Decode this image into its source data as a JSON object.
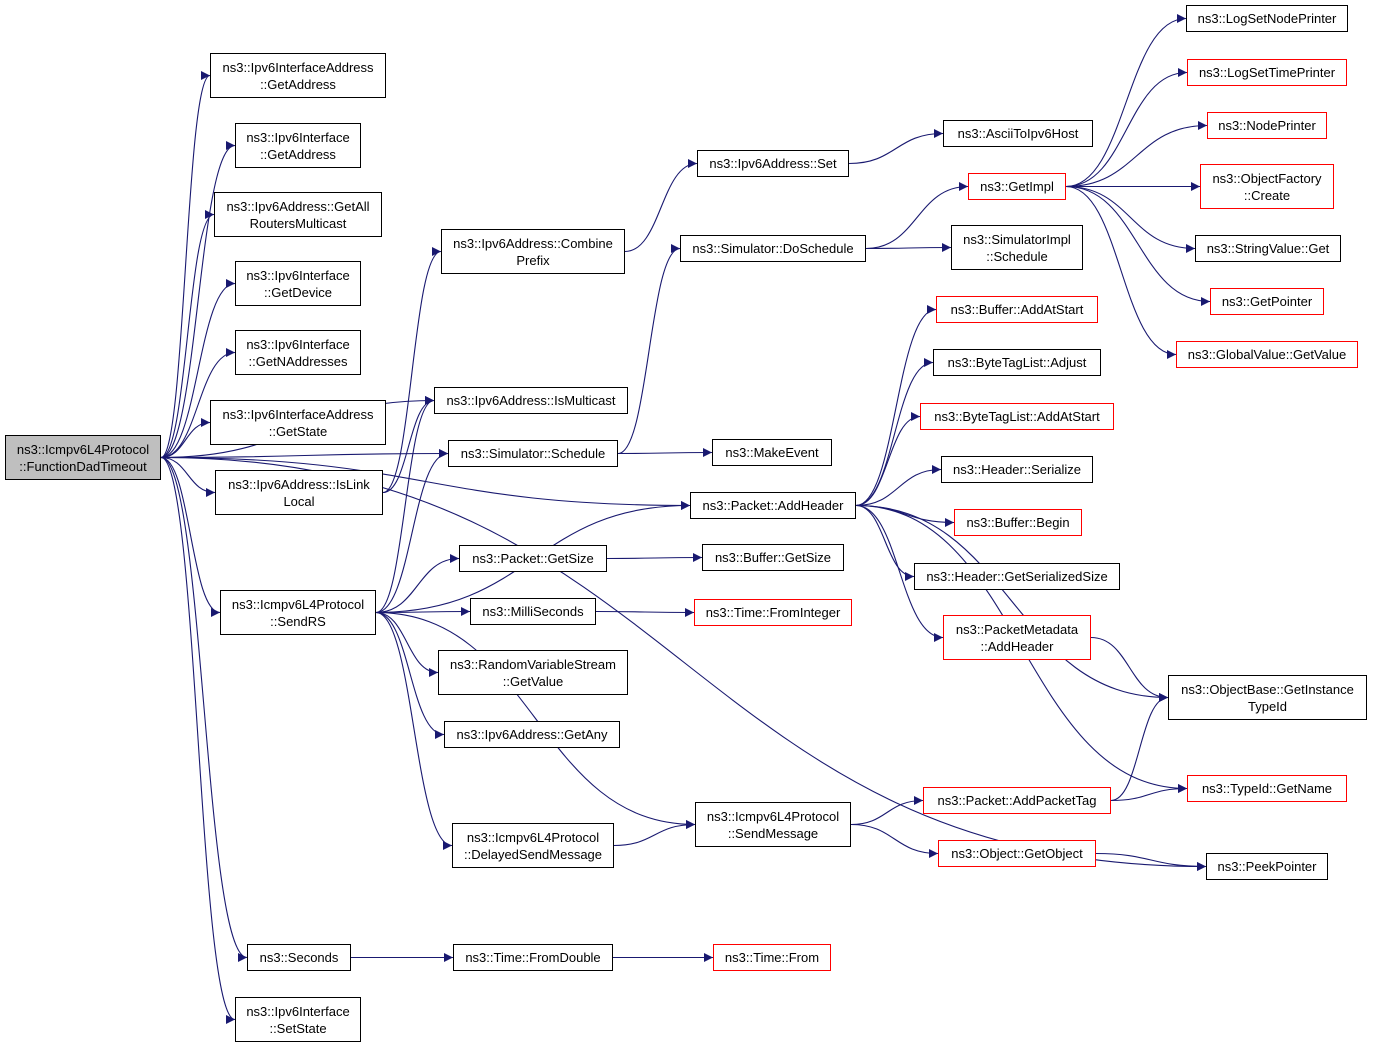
{
  "colors": {
    "edge": "#191970",
    "border_documented": "#000000",
    "border_undocumented": "#ff0000",
    "root_fill": "#bfbfbf",
    "background": "#ffffff"
  },
  "nodes": {
    "root": {
      "lines": [
        "ns3::Icmpv6L4Protocol",
        "::FunctionDadTimeout"
      ],
      "style": "root"
    },
    "ifaddr_getaddress": {
      "lines": [
        "ns3::Ipv6InterfaceAddress",
        "::GetAddress"
      ],
      "style": "black"
    },
    "iface_getaddress": {
      "lines": [
        "ns3::Ipv6Interface",
        "::GetAddress"
      ],
      "style": "black"
    },
    "getallrouters": {
      "lines": [
        "ns3::Ipv6Address::GetAll",
        "RoutersMulticast"
      ],
      "style": "black"
    },
    "iface_getdevice": {
      "lines": [
        "ns3::Ipv6Interface",
        "::GetDevice"
      ],
      "style": "black"
    },
    "iface_getnaddresses": {
      "lines": [
        "ns3::Ipv6Interface",
        "::GetNAddresses"
      ],
      "style": "black"
    },
    "ifaddr_getstate": {
      "lines": [
        "ns3::Ipv6InterfaceAddress",
        "::GetState"
      ],
      "style": "black"
    },
    "islinklocal": {
      "lines": [
        "ns3::Ipv6Address::IsLink",
        "Local"
      ],
      "style": "black"
    },
    "sendrs": {
      "lines": [
        "ns3::Icmpv6L4Protocol",
        "::SendRS"
      ],
      "style": "black"
    },
    "seconds": {
      "lines": [
        "ns3::Seconds"
      ],
      "style": "black"
    },
    "iface_setstate": {
      "lines": [
        "ns3::Ipv6Interface",
        "::SetState"
      ],
      "style": "black"
    },
    "combineprefix": {
      "lines": [
        "ns3::Ipv6Address::Combine",
        "Prefix"
      ],
      "style": "black"
    },
    "ismulticast": {
      "lines": [
        "ns3::Ipv6Address::IsMulticast"
      ],
      "style": "black"
    },
    "schedule": {
      "lines": [
        "ns3::Simulator::Schedule"
      ],
      "style": "black"
    },
    "packet_getsize": {
      "lines": [
        "ns3::Packet::GetSize"
      ],
      "style": "black"
    },
    "milliseconds": {
      "lines": [
        "ns3::MilliSeconds"
      ],
      "style": "black"
    },
    "rvs_getvalue": {
      "lines": [
        "ns3::RandomVariableStream",
        "::GetValue"
      ],
      "style": "black"
    },
    "getany": {
      "lines": [
        "ns3::Ipv6Address::GetAny"
      ],
      "style": "black"
    },
    "delayedsend": {
      "lines": [
        "ns3::Icmpv6L4Protocol",
        "::DelayedSendMessage"
      ],
      "style": "black"
    },
    "fromdouble": {
      "lines": [
        "ns3::Time::FromDouble"
      ],
      "style": "black"
    },
    "addr_set": {
      "lines": [
        "ns3::Ipv6Address::Set"
      ],
      "style": "black"
    },
    "doschedule": {
      "lines": [
        "ns3::Simulator::DoSchedule"
      ],
      "style": "black"
    },
    "makeevent": {
      "lines": [
        "ns3::MakeEvent"
      ],
      "style": "black"
    },
    "addheader": {
      "lines": [
        "ns3::Packet::AddHeader"
      ],
      "style": "black"
    },
    "buffer_getsize": {
      "lines": [
        "ns3::Buffer::GetSize"
      ],
      "style": "black"
    },
    "frominteger": {
      "lines": [
        "ns3::Time::FromInteger"
      ],
      "style": "red"
    },
    "sendmessage": {
      "lines": [
        "ns3::Icmpv6L4Protocol",
        "::SendMessage"
      ],
      "style": "black"
    },
    "time_from": {
      "lines": [
        "ns3::Time::From"
      ],
      "style": "red"
    },
    "asciitoipv6host": {
      "lines": [
        "ns3::AsciiToIpv6Host"
      ],
      "style": "black"
    },
    "getimpl": {
      "lines": [
        "ns3::GetImpl"
      ],
      "style": "red"
    },
    "simimpl_schedule": {
      "lines": [
        "ns3::SimulatorImpl",
        "::Schedule"
      ],
      "style": "black"
    },
    "buffer_addatstart": {
      "lines": [
        "ns3::Buffer::AddAtStart"
      ],
      "style": "red"
    },
    "btl_adjust": {
      "lines": [
        "ns3::ByteTagList::Adjust"
      ],
      "style": "black"
    },
    "btl_addatstart": {
      "lines": [
        "ns3::ByteTagList::AddAtStart"
      ],
      "style": "red"
    },
    "header_serialize": {
      "lines": [
        "ns3::Header::Serialize"
      ],
      "style": "black"
    },
    "buffer_begin": {
      "lines": [
        "ns3::Buffer::Begin"
      ],
      "style": "red"
    },
    "header_getserializedsize": {
      "lines": [
        "ns3::Header::GetSerializedSize"
      ],
      "style": "black"
    },
    "pm_addheader": {
      "lines": [
        "ns3::PacketMetadata",
        "::AddHeader"
      ],
      "style": "red"
    },
    "addpackettag": {
      "lines": [
        "ns3::Packet::AddPacketTag"
      ],
      "style": "red"
    },
    "getobject": {
      "lines": [
        "ns3::Object::GetObject"
      ],
      "style": "red"
    },
    "logsetnodeprinter": {
      "lines": [
        "ns3::LogSetNodePrinter"
      ],
      "style": "black"
    },
    "logsettimeprinter": {
      "lines": [
        "ns3::LogSetTimePrinter"
      ],
      "style": "red"
    },
    "nodeprinter": {
      "lines": [
        "ns3::NodePrinter"
      ],
      "style": "red"
    },
    "objectfactory_create": {
      "lines": [
        "ns3::ObjectFactory",
        "::Create"
      ],
      "style": "red"
    },
    "stringvalue_get": {
      "lines": [
        "ns3::StringValue::Get"
      ],
      "style": "black"
    },
    "getpointer": {
      "lines": [
        "ns3::GetPointer"
      ],
      "style": "red"
    },
    "globalvalue_getvalue": {
      "lines": [
        "ns3::GlobalValue::GetValue"
      ],
      "style": "red"
    },
    "getinstancetypeid": {
      "lines": [
        "ns3::ObjectBase::GetInstance",
        "TypeId"
      ],
      "style": "black"
    },
    "typeid_getname": {
      "lines": [
        "ns3::TypeId::GetName"
      ],
      "style": "red"
    },
    "peekpointer": {
      "lines": [
        "ns3::PeekPointer"
      ],
      "style": "black"
    }
  },
  "edges": [
    [
      "root",
      "ifaddr_getaddress"
    ],
    [
      "root",
      "iface_getaddress"
    ],
    [
      "root",
      "getallrouters"
    ],
    [
      "root",
      "iface_getdevice"
    ],
    [
      "root",
      "iface_getnaddresses"
    ],
    [
      "root",
      "ifaddr_getstate"
    ],
    [
      "root",
      "islinklocal"
    ],
    [
      "root",
      "ismulticast"
    ],
    [
      "root",
      "sendrs"
    ],
    [
      "root",
      "seconds"
    ],
    [
      "root",
      "iface_setstate"
    ],
    [
      "root",
      "schedule"
    ],
    [
      "root",
      "addheader"
    ],
    [
      "root",
      "peekpointer"
    ],
    [
      "islinklocal",
      "combineprefix"
    ],
    [
      "islinklocal",
      "ismulticast"
    ],
    [
      "sendrs",
      "ismulticast"
    ],
    [
      "sendrs",
      "schedule"
    ],
    [
      "sendrs",
      "packet_getsize"
    ],
    [
      "sendrs",
      "milliseconds"
    ],
    [
      "sendrs",
      "rvs_getvalue"
    ],
    [
      "sendrs",
      "getany"
    ],
    [
      "sendrs",
      "delayedsend"
    ],
    [
      "sendrs",
      "sendmessage"
    ],
    [
      "sendrs",
      "addheader"
    ],
    [
      "seconds",
      "fromdouble"
    ],
    [
      "fromdouble",
      "time_from"
    ],
    [
      "combineprefix",
      "addr_set"
    ],
    [
      "addr_set",
      "asciitoipv6host"
    ],
    [
      "schedule",
      "doschedule"
    ],
    [
      "schedule",
      "makeevent"
    ],
    [
      "doschedule",
      "getimpl"
    ],
    [
      "doschedule",
      "simimpl_schedule"
    ],
    [
      "packet_getsize",
      "buffer_getsize"
    ],
    [
      "milliseconds",
      "frominteger"
    ],
    [
      "delayedsend",
      "sendmessage"
    ],
    [
      "sendmessage",
      "addpackettag"
    ],
    [
      "sendmessage",
      "getobject"
    ],
    [
      "addheader",
      "buffer_addatstart"
    ],
    [
      "addheader",
      "btl_adjust"
    ],
    [
      "addheader",
      "btl_addatstart"
    ],
    [
      "addheader",
      "header_serialize"
    ],
    [
      "addheader",
      "buffer_begin"
    ],
    [
      "addheader",
      "header_getserializedsize"
    ],
    [
      "addheader",
      "pm_addheader"
    ],
    [
      "addheader",
      "getinstancetypeid"
    ],
    [
      "addheader",
      "typeid_getname"
    ],
    [
      "pm_addheader",
      "getinstancetypeid"
    ],
    [
      "addpackettag",
      "getinstancetypeid"
    ],
    [
      "addpackettag",
      "typeid_getname"
    ],
    [
      "getobject",
      "peekpointer"
    ],
    [
      "getimpl",
      "logsetnodeprinter"
    ],
    [
      "getimpl",
      "logsettimeprinter"
    ],
    [
      "getimpl",
      "nodeprinter"
    ],
    [
      "getimpl",
      "objectfactory_create"
    ],
    [
      "getimpl",
      "stringvalue_get"
    ],
    [
      "getimpl",
      "getpointer"
    ],
    [
      "getimpl",
      "globalvalue_getvalue"
    ]
  ]
}
